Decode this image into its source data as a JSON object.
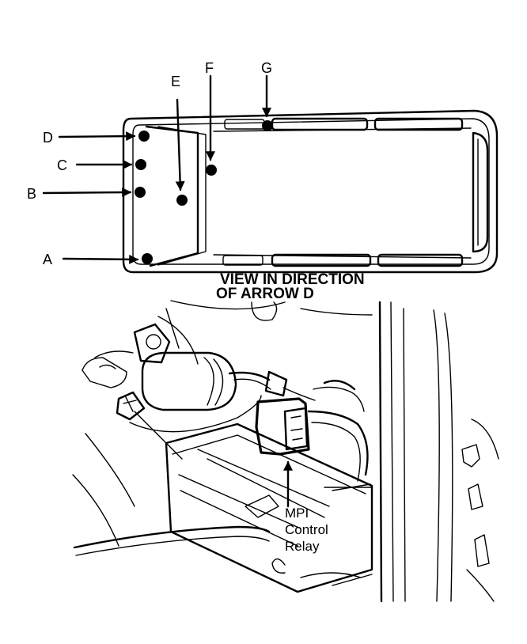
{
  "top_view": {
    "labels": {
      "a": "A",
      "b": "B",
      "c": "C",
      "d": "D",
      "e": "E",
      "f": "F",
      "g": "G"
    },
    "caption_line1": "VIEW IN DIRECTION",
    "caption_line2": "OF ARROW D"
  },
  "detail_view": {
    "callout_line1": "MPI",
    "callout_line2": "Control",
    "callout_line3": "Relay"
  },
  "colors": {
    "ink": "#000000",
    "paper": "#ffffff"
  }
}
